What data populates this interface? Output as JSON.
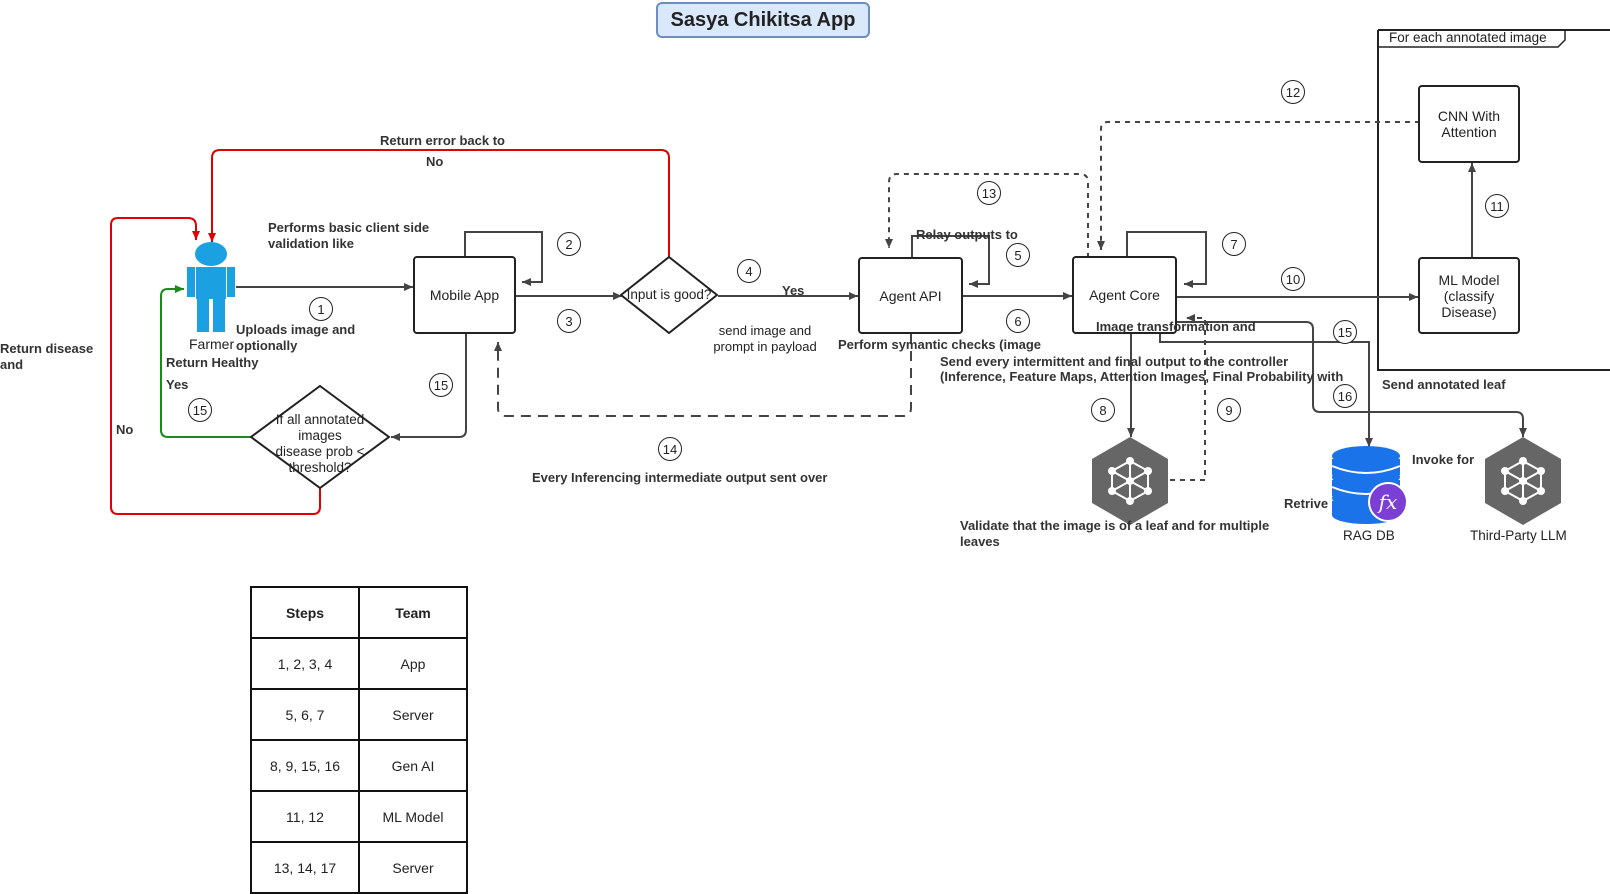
{
  "title": "Sasya Chikitsa App",
  "frame_label": "For each annotated image",
  "nodes": {
    "farmer": "Farmer",
    "mobile_app": "Mobile App",
    "input_check": "Input is good?",
    "agent_api": "Agent API",
    "agent_core": "Agent Core",
    "cnn": "CNN With Attention",
    "ml_model": "ML Model (classify Disease)",
    "threshold_check": "If all annotated images disease prob < threshold?",
    "rag_db": "RAG DB",
    "llm": "Third-Party LLM"
  },
  "labels": {
    "return_error": "Return error back to",
    "no_top": "No",
    "client_validation": "Performs basic client side validation like",
    "uploads": "Uploads image and optionally",
    "return_disease": "Return disease and",
    "return_healthy": "Return Healthy",
    "yes_left": "Yes",
    "no_left": "No",
    "yes_mid": "Yes",
    "send_image": "send image and prompt in payload",
    "relay_outputs": "Relay outputs to",
    "semantic_checks": "Perform symantic checks (image",
    "image_transform": "Image transformation and",
    "send_every": "Send every intermittent and final output to the controller",
    "send_every_2": "(Inference, Feature Maps, Attention Images, Final Probability with",
    "every_inferencing": "Every Inferencing intermediate output sent over",
    "validate_leaf": "Validate that the image is of a leaf and for multiple leaves",
    "send_annotated": "Send annotated leaf",
    "invoke_for": "Invoke for",
    "retrive": "Retrive"
  },
  "step_numbers": [
    "1",
    "2",
    "3",
    "4",
    "5",
    "6",
    "7",
    "8",
    "9",
    "10",
    "11",
    "12",
    "13",
    "14",
    "15",
    "15",
    "16"
  ],
  "table": {
    "headers": [
      "Steps",
      "Team"
    ],
    "rows": [
      [
        "1, 2, 3, 4",
        "App"
      ],
      [
        "5, 6, 7",
        "Server"
      ],
      [
        "8, 9, 15, 16",
        "Gen AI"
      ],
      [
        "11, 12",
        "ML Model"
      ],
      [
        "13, 14, 17",
        "Server"
      ]
    ]
  },
  "colors": {
    "title_fill": "#dae8fc",
    "title_border": "#6c8ebf",
    "error_line": "#e00000",
    "yes_line": "#1a8a1a",
    "arrow": "#444444",
    "farmer": "#1ba1e2",
    "hex_icon": "#666666",
    "db_blue": "#1a73e8",
    "fx_purple": "#7b3fd6"
  }
}
